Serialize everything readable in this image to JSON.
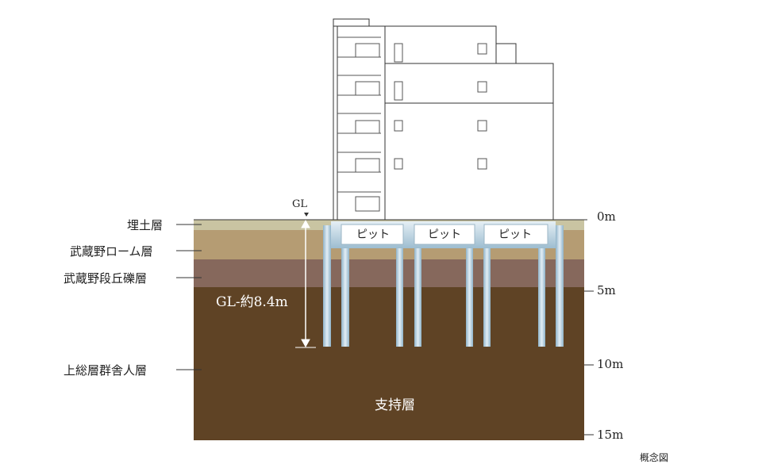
{
  "layers": [
    {
      "label": "埋土層",
      "color": "#c9c4a2"
    },
    {
      "label": "武蔵野ローム層",
      "color": "#b59c73"
    },
    {
      "label": "武蔵野段丘礫層",
      "color": "#86685c"
    },
    {
      "label": "上総層群舎人層",
      "color": "#5f4325"
    }
  ],
  "depth_scale": [
    "0m",
    "5m",
    "10m",
    "15m"
  ],
  "gl_label": "GL",
  "depth_label": "GL-約8.4m",
  "pit_labels": [
    "ピット",
    "ピット",
    "ピット"
  ],
  "bearing_layer_label": "支持層",
  "note": "概念図",
  "colors": {
    "pile": "#b9d3e2",
    "slab": "#c4dbe8"
  }
}
